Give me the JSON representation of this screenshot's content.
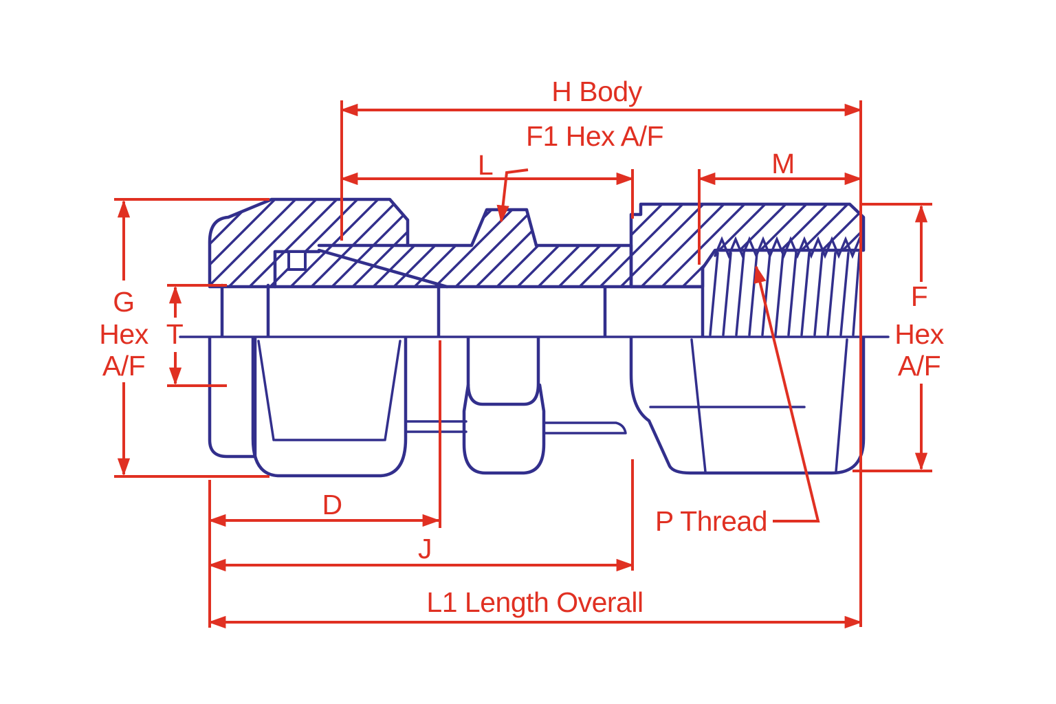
{
  "page": {
    "background": "#ffffff"
  },
  "drawing": {
    "type": "engineering-dimension-drawing",
    "line_color": "#322f8c",
    "dimension_color": "#e03022",
    "labels": {
      "h_body": "H Body",
      "f1_hex_af": "F1 Hex A/F",
      "l": "L",
      "m": "M",
      "g_line1": "G",
      "g_line2": "Hex",
      "g_line3": "A/F",
      "t": "T",
      "f_line1": "F",
      "f_line2": "Hex",
      "f_line3": "A/F",
      "d": "D",
      "j": "J",
      "l1_length_overall": "L1 Length Overall",
      "p_thread": "P Thread"
    }
  }
}
